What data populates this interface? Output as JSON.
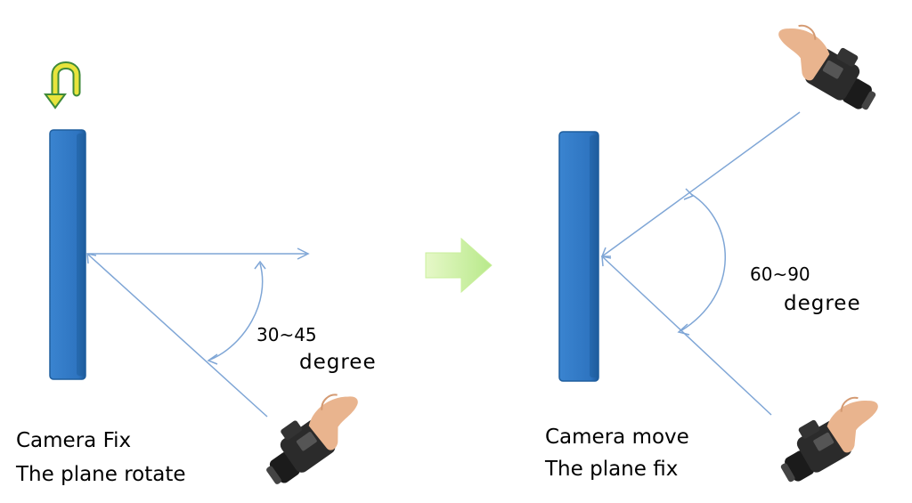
{
  "left_panel": {
    "angle_value": "30~45",
    "angle_unit": "degree",
    "caption_line1": "Camera Fix",
    "caption_line2": "The plane rotate"
  },
  "right_panel": {
    "angle_value": "60~90",
    "angle_unit": "degree",
    "caption_line1": "Camera move",
    "caption_line2": "The plane fix"
  },
  "colors": {
    "plane_fill": "#2e74c0",
    "plane_edge": "#1f5e9e",
    "ray_line": "#7fa6d6",
    "transition_arrow": "#c9ef9b",
    "rotate_arrow_fill": "#e8e43c",
    "rotate_arrow_edge": "#3f8a3a",
    "camera_body": "#2b2b2b",
    "hand_skin": "#e9b48e"
  },
  "icons": [
    "rotate-arrow-icon",
    "camera-hand-icon",
    "transition-arrow-icon"
  ]
}
